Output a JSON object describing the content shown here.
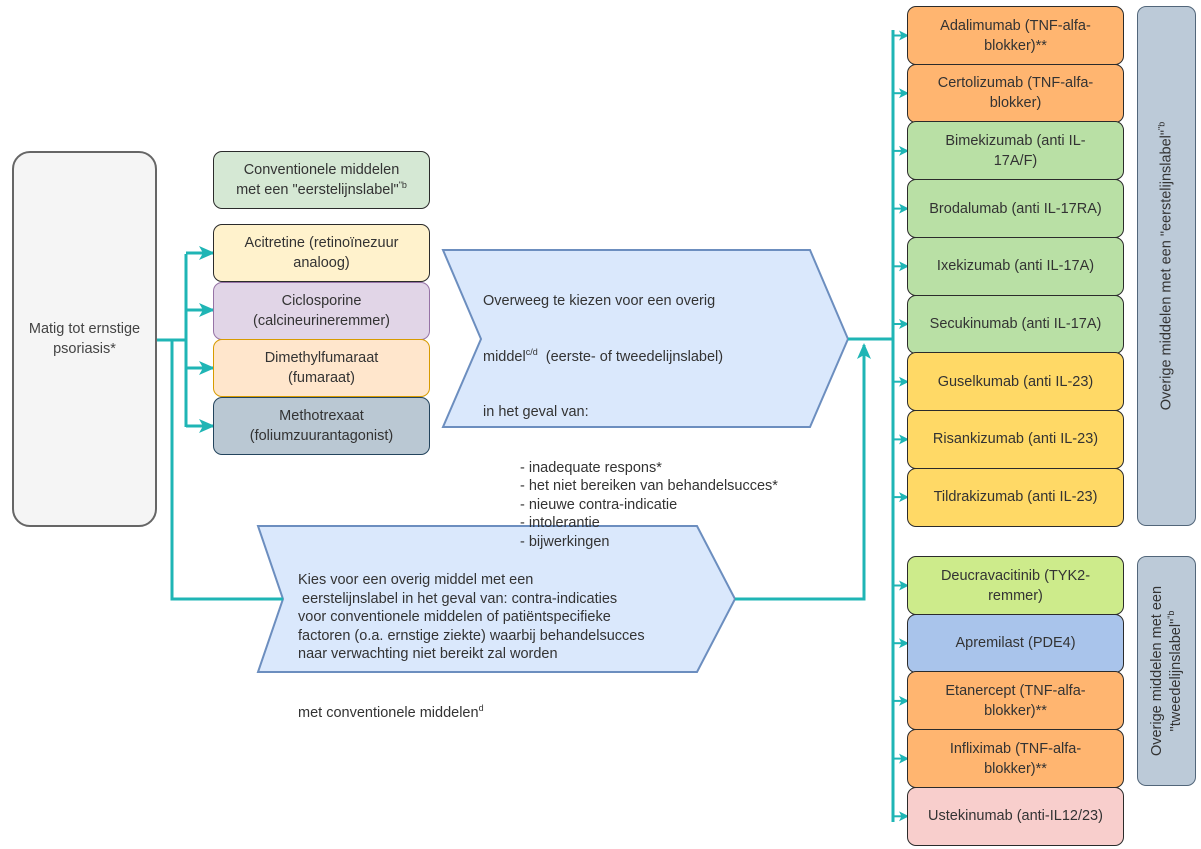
{
  "start_node": {
    "label_line1": "Matig tot ernstige",
    "label_line2": "psoriasis*"
  },
  "conventional_header": {
    "line1": "Conventionele middelen",
    "line2": "met een \"eerstelijnslabel\"",
    "sup": "\"b"
  },
  "conventional_drugs": [
    {
      "line1": "Acitretine (retinoïnezuur",
      "line2": "analoog)",
      "color": "#fff2cc",
      "border": "#2b2b2b"
    },
    {
      "line1": "Ciclosporine",
      "line2": "(calcineurineremmer)",
      "color": "#e1d5e7",
      "border": "#9673a6"
    },
    {
      "line1": "Dimethylfumaraat",
      "line2": "(fumaraat)",
      "color": "#ffe6cc",
      "border": "#d79b00"
    },
    {
      "line1": "Methotrexaat",
      "line2": "(foliumzuurantagonist)",
      "color": "#bac8d3",
      "border": "#23445d"
    }
  ],
  "consider_chevron": {
    "line1": "Overweeg te kiezen voor een overig",
    "line2_pre": "middel",
    "line2_sup": "c/d",
    "line2_post": "  (eerste- of tweedelijnslabel)",
    "line3": "in het geval van:",
    "bullets": [
      "- inadequate respons*",
      "- het niet bereiken van behandelsucces*",
      "- nieuwe contra-indicatie",
      "- intolerantie",
      "- bijwerkingen"
    ]
  },
  "choose_chevron": {
    "lines": [
      "Kies voor een overig middel met een",
      " eerstelijnslabel in het geval van: contra-indicaties",
      "voor conventionele middelen of patiëntspecifieke",
      "factoren (o.a. ernstige ziekte) waarbij behandelsucces",
      "naar verwachting niet bereikt zal worden"
    ],
    "last_line": "met conventionele middelen",
    "last_sup": "d"
  },
  "first_line_group": {
    "label": "Overige middelen met een \"eerstelijnslabel\"",
    "label_sup": "\"b",
    "drugs": [
      {
        "line1": "Adalimumab (TNF-alfa-",
        "line2": "blokker)**",
        "color": "#ffb570"
      },
      {
        "line1": "Certolizumab (TNF-alfa-",
        "line2": "blokker)",
        "color": "#ffb570"
      },
      {
        "line1": "Bimekizumab (anti IL-",
        "line2": "17A/F)",
        "color": "#b9e0a5"
      },
      {
        "line1": "Brodalumab (anti IL-17RA)",
        "line2": "",
        "color": "#b9e0a5"
      },
      {
        "line1": "Ixekizumab (anti IL-17A)",
        "line2": "",
        "color": "#b9e0a5"
      },
      {
        "line1": "Secukinumab (anti IL-17A)",
        "line2": "",
        "color": "#b9e0a5"
      },
      {
        "line1": "Guselkumab (anti IL-23)",
        "line2": "",
        "color": "#ffd966"
      },
      {
        "line1": "Risankizumab (anti IL-23)",
        "line2": "",
        "color": "#ffd966"
      },
      {
        "line1": "Tildrakizumab (anti IL-23)",
        "line2": "",
        "color": "#ffd966"
      }
    ]
  },
  "second_line_group": {
    "label_line1": "Overige middelen met een",
    "label_line2": "\"tweedelijnslabel\"",
    "label_sup": "\"b",
    "drugs": [
      {
        "line1": "Deucravacitinib (TYK2-",
        "line2": "remmer)",
        "color": "#cdeb8b"
      },
      {
        "line1": "Apremilast (PDE4)",
        "line2": "",
        "color": "#a9c4eb"
      },
      {
        "line1": "Etanercept (TNF-alfa-",
        "line2": "blokker)**",
        "color": "#ffb570"
      },
      {
        "line1": "Infliximab (TNF-alfa-",
        "line2": "blokker)**",
        "color": "#ffb570"
      },
      {
        "line1": "Ustekinumab (anti-IL12/23)",
        "line2": "",
        "color": "#f8cecc"
      }
    ]
  },
  "colors": {
    "connector": "#1fb5b5",
    "chevron_fill": "#dae8fc",
    "chevron_stroke": "#6c8ebf",
    "start_fill": "#f5f5f5",
    "start_stroke": "#666666",
    "header_fill": "#d5e8d4"
  }
}
